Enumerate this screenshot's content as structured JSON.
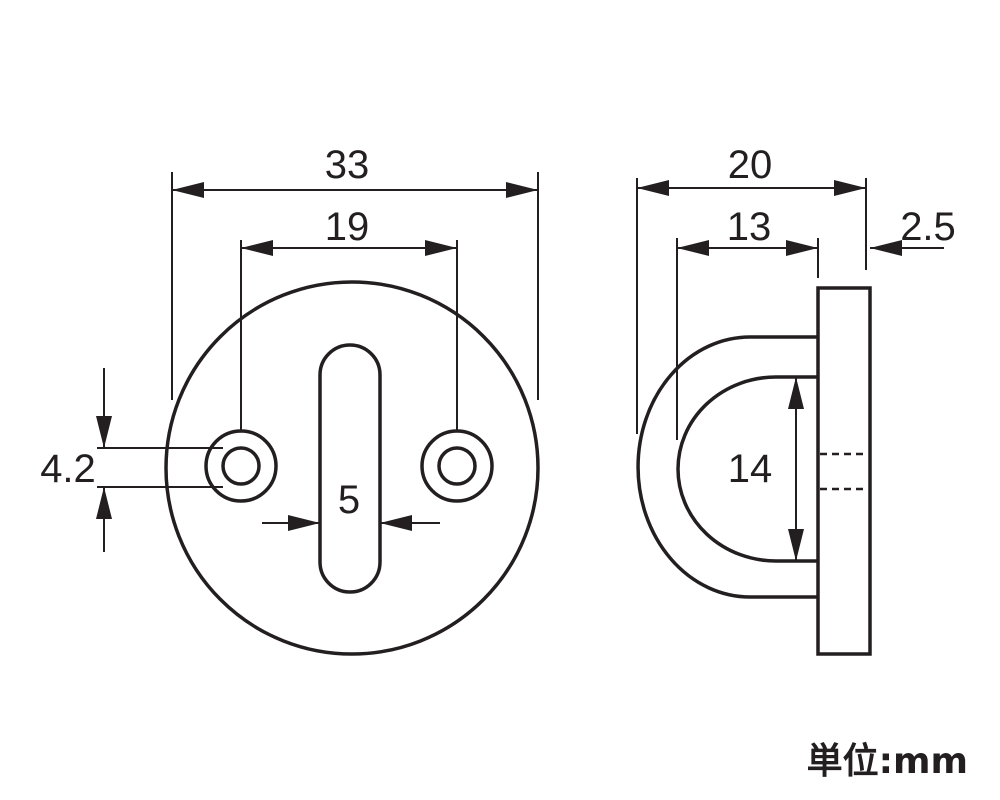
{
  "dimensions": {
    "overall_diameter": "33",
    "hole_spacing": "19",
    "hole_diameter": "4.2",
    "slot_width": "5",
    "overall_depth": "20",
    "loop_depth": "13",
    "plate_thickness": "2.5",
    "loop_opening": "14"
  },
  "unit_label": "単位:mm"
}
